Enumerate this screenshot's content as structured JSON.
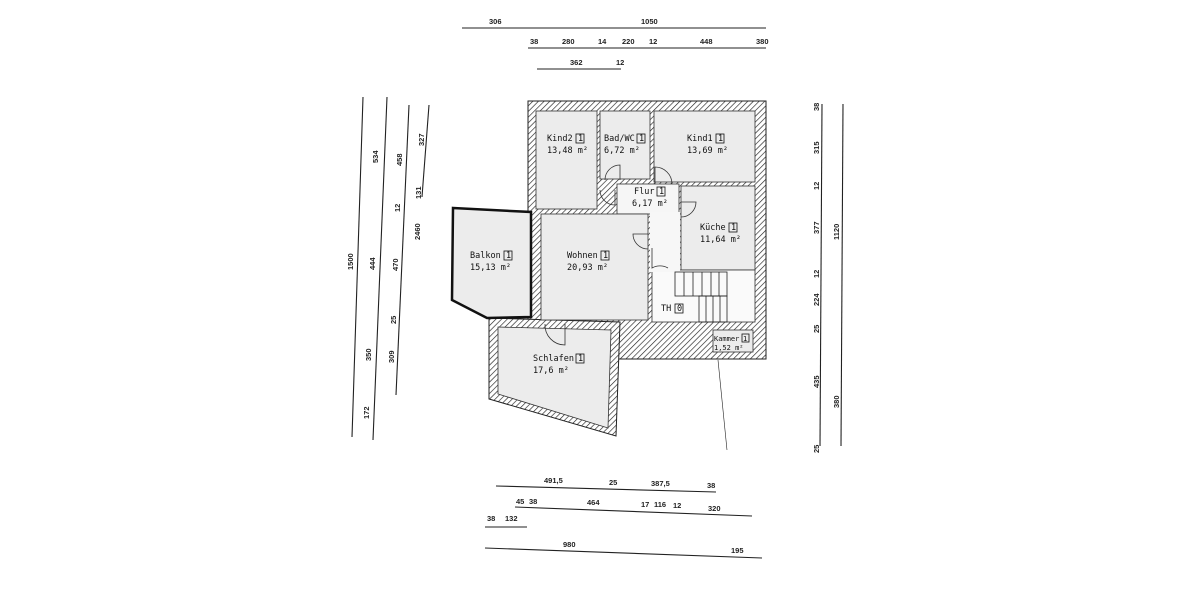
{
  "rooms": [
    {
      "name": "Kind2",
      "level": "1",
      "area": "13,48 m²"
    },
    {
      "name": "Bad/WC",
      "level": "1",
      "area": "6,72 m²"
    },
    {
      "name": "Kind1",
      "level": "1",
      "area": "13,69 m²"
    },
    {
      "name": "Flur",
      "level": "1",
      "area": "6,17 m²"
    },
    {
      "name": "Küche",
      "level": "1",
      "area": "11,64 m²"
    },
    {
      "name": "Balkon",
      "level": "1",
      "area": "15,13 m²"
    },
    {
      "name": "Wohnen",
      "level": "1",
      "area": "20,93 m²"
    },
    {
      "name": "TH",
      "level": "0",
      "area": ""
    },
    {
      "name": "Schlafen",
      "level": "1",
      "area": "17,6 m²"
    },
    {
      "name": "Kammer",
      "level": "1",
      "area": "1,52 m²"
    }
  ],
  "dimensions": {
    "top": [
      "306",
      "1050",
      "38",
      "280",
      "14",
      "220",
      "12",
      "448",
      "380",
      "362",
      "12"
    ],
    "left": [
      "1500",
      "534",
      "444",
      "350",
      "172",
      "458",
      "12",
      "470",
      "25",
      "309",
      "327",
      "131",
      "2460"
    ],
    "right": [
      "38",
      "315",
      "12",
      "377",
      "12",
      "224",
      "25",
      "435",
      "25",
      "1120",
      "380"
    ],
    "bottom": [
      "491,5",
      "25",
      "387,5",
      "38",
      "45",
      "38",
      "464",
      "17",
      "116",
      "12",
      "320",
      "38",
      "132",
      "980",
      "195"
    ]
  }
}
